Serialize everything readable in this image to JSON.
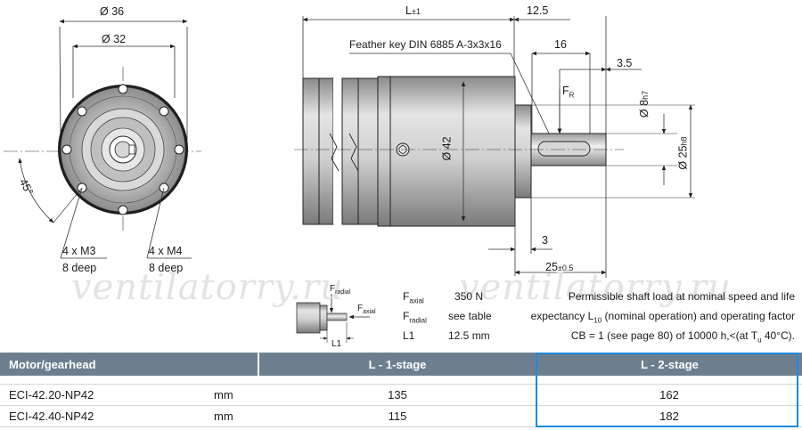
{
  "front_view": {
    "dia_outer": "Ø 36",
    "dia_inner": "Ø 32",
    "angle": "45°",
    "thread_left": "4 x M3",
    "depth_left": "8 deep",
    "thread_right": "4 x M4",
    "depth_right": "8 deep"
  },
  "side_view": {
    "length_label": "L",
    "length_tol": "±1",
    "dim_12_5": "12.5",
    "feather_key": "Feather key DIN 6885 A-3x3x16",
    "dim_16": "16",
    "dim_3_5": "3.5",
    "force_label": "F",
    "force_sub": "R",
    "dia_42": "Ø 42",
    "dia_8": "Ø 8",
    "dia_8_tol": "h7",
    "dia_25": "Ø 25",
    "dia_25_tol": "h8",
    "dim_3": "3",
    "dim_25": "25",
    "dim_25_tol": "±0.5"
  },
  "load_diagram": {
    "f_radial_label": "F",
    "f_radial_sub": "radial",
    "f_axial_label": "F",
    "f_axial_sub": "axial",
    "l1_label": "L1"
  },
  "specs": [
    {
      "sym": "F",
      "sub": "axial",
      "value": "350 N"
    },
    {
      "sym": "F",
      "sub": "radial",
      "value": "see table"
    },
    {
      "sym": "L1",
      "sub": "",
      "value": "12.5 mm"
    }
  ],
  "note": {
    "line1": "Permissible shaft load at nominal speed and life",
    "line2_a": "expectancy L",
    "line2_sub": "10",
    "line2_b": " (nominal operation) and operating factor",
    "line3_a": "CB = 1 (see page 80) of 10000 h,<(at T",
    "line3_sub": "u",
    "line3_b": " 40°C)."
  },
  "watermark": "ventilatorry.ru",
  "table": {
    "headers": [
      "Motor/gearhead",
      "L - 1-stage",
      "L - 2-stage"
    ],
    "rows": [
      {
        "model": "ECI-42.20-NP42",
        "unit": "mm",
        "stage1": "135",
        "stage2": "162"
      },
      {
        "model": "ECI-42.40-NP42",
        "unit": "mm",
        "stage1": "115",
        "stage2": "182"
      }
    ]
  }
}
